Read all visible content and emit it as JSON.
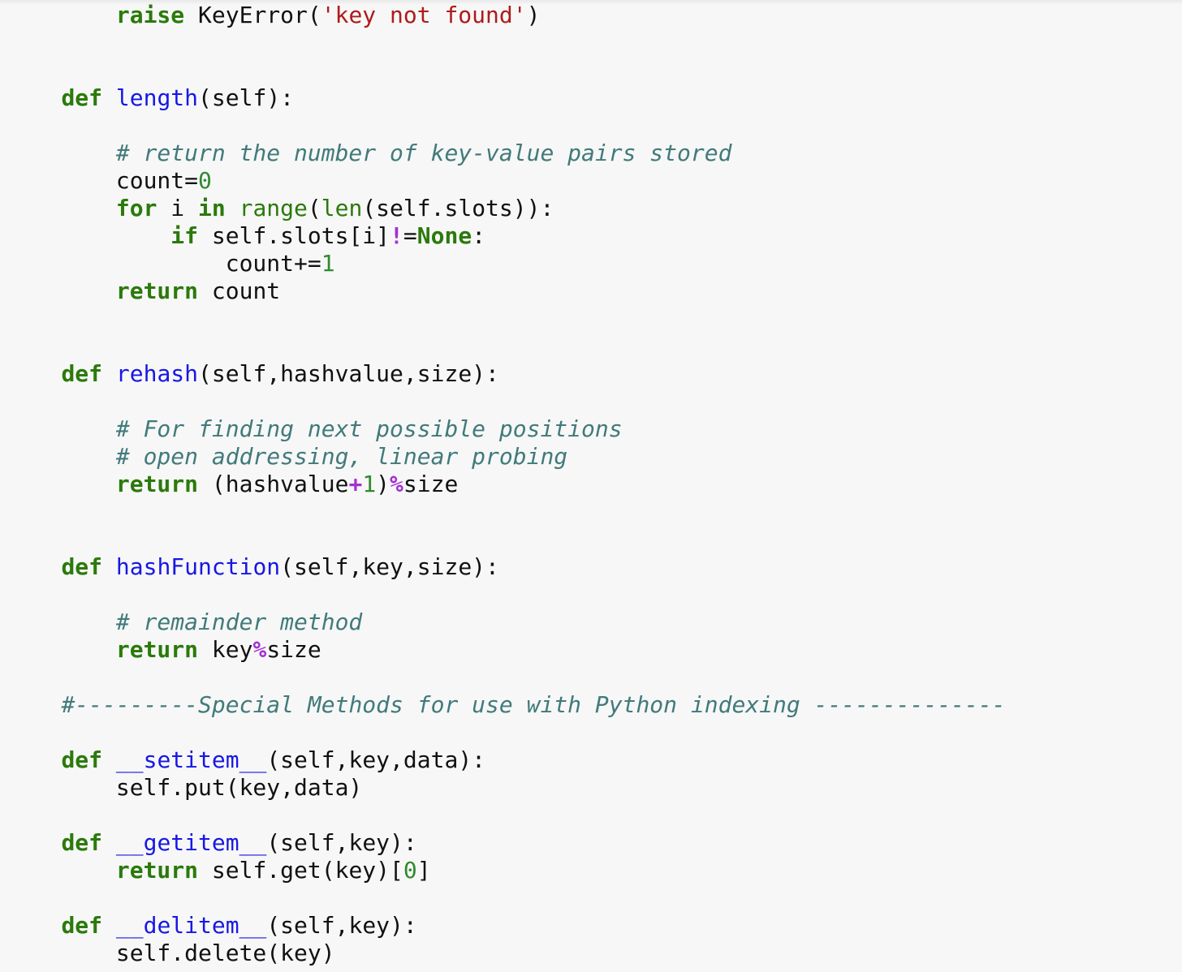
{
  "colors": {
    "background": "#f7f7f7",
    "keyword": "#2b7a0b",
    "function_name": "#1717e6",
    "string": "#b01a1a",
    "number": "#2e8b2e",
    "operator": "#a530d1",
    "comment": "#427a7a"
  },
  "code": {
    "lines": [
      [
        {
          "t": "        "
        },
        {
          "t": "raise",
          "c": "kw"
        },
        {
          "t": " KeyError("
        },
        {
          "t": "'key not found'",
          "c": "str"
        },
        {
          "t": ")"
        }
      ],
      [
        {
          "t": "    "
        },
        {
          "t": "def",
          "c": "kw"
        },
        {
          "t": " "
        },
        {
          "t": "length",
          "c": "fn"
        },
        {
          "t": "(self):"
        }
      ],
      [
        {
          "t": "        "
        },
        {
          "t": "# return the number of key-value pairs stored",
          "c": "com"
        }
      ],
      [
        {
          "t": "        count="
        },
        {
          "t": "0",
          "c": "num"
        }
      ],
      [
        {
          "t": "        "
        },
        {
          "t": "for",
          "c": "kw"
        },
        {
          "t": " i "
        },
        {
          "t": "in",
          "c": "kw"
        },
        {
          "t": " "
        },
        {
          "t": "range",
          "c": "bi"
        },
        {
          "t": "("
        },
        {
          "t": "len",
          "c": "bi"
        },
        {
          "t": "(self.slots)):"
        }
      ],
      [
        {
          "t": "            "
        },
        {
          "t": "if",
          "c": "kw"
        },
        {
          "t": " self.slots[i]"
        },
        {
          "t": "!",
          "c": "op"
        },
        {
          "t": "="
        },
        {
          "t": "None",
          "c": "kw"
        },
        {
          "t": ":"
        }
      ],
      [
        {
          "t": "                count+="
        },
        {
          "t": "1",
          "c": "num"
        }
      ],
      [
        {
          "t": "        "
        },
        {
          "t": "return",
          "c": "kw"
        },
        {
          "t": " count"
        }
      ],
      [
        {
          "t": "    "
        },
        {
          "t": "def",
          "c": "kw"
        },
        {
          "t": " "
        },
        {
          "t": "rehash",
          "c": "fn"
        },
        {
          "t": "(self,hashvalue,size):"
        }
      ],
      [
        {
          "t": "        "
        },
        {
          "t": "# For finding next possible positions",
          "c": "com"
        }
      ],
      [
        {
          "t": "        "
        },
        {
          "t": "# open addressing, linear probing",
          "c": "com"
        }
      ],
      [
        {
          "t": "        "
        },
        {
          "t": "return",
          "c": "kw"
        },
        {
          "t": " (hashvalue"
        },
        {
          "t": "+",
          "c": "op"
        },
        {
          "t": "1",
          "c": "num"
        },
        {
          "t": ")"
        },
        {
          "t": "%",
          "c": "op"
        },
        {
          "t": "size"
        }
      ],
      [
        {
          "t": "    "
        },
        {
          "t": "def",
          "c": "kw"
        },
        {
          "t": " "
        },
        {
          "t": "hashFunction",
          "c": "fn"
        },
        {
          "t": "(self,key,size):"
        }
      ],
      [
        {
          "t": "        "
        },
        {
          "t": "# remainder method",
          "c": "com"
        }
      ],
      [
        {
          "t": "        "
        },
        {
          "t": "return",
          "c": "kw"
        },
        {
          "t": " key"
        },
        {
          "t": "%",
          "c": "op"
        },
        {
          "t": "size"
        }
      ],
      [
        {
          "t": "    "
        },
        {
          "t": "#---------Special Methods for use with Python indexing --------------",
          "c": "com"
        }
      ],
      [
        {
          "t": "    "
        },
        {
          "t": "def",
          "c": "kw"
        },
        {
          "t": " "
        },
        {
          "t": "__setitem__",
          "c": "fn"
        },
        {
          "t": "(self,key,data):"
        }
      ],
      [
        {
          "t": "        self.put(key,data)"
        }
      ],
      [
        {
          "t": "    "
        },
        {
          "t": "def",
          "c": "kw"
        },
        {
          "t": " "
        },
        {
          "t": "__getitem__",
          "c": "fn"
        },
        {
          "t": "(self,key):"
        }
      ],
      [
        {
          "t": "        "
        },
        {
          "t": "return",
          "c": "kw"
        },
        {
          "t": " self.get(key)["
        },
        {
          "t": "0",
          "c": "num"
        },
        {
          "t": "]"
        }
      ],
      [
        {
          "t": "    "
        },
        {
          "t": "def",
          "c": "kw"
        },
        {
          "t": " "
        },
        {
          "t": "__delitem__",
          "c": "fn"
        },
        {
          "t": "(self,key):"
        }
      ],
      [
        {
          "t": "        self.delete(key)"
        }
      ]
    ]
  }
}
